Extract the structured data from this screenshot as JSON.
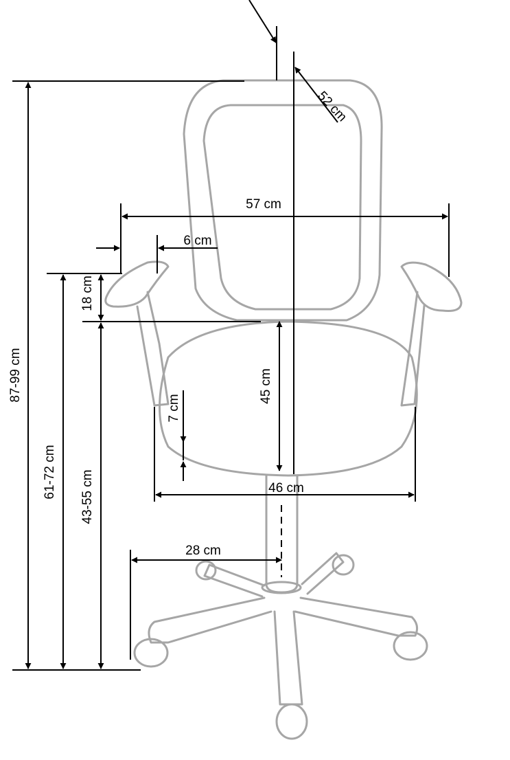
{
  "diagram": {
    "dimensions": {
      "depth": "52 cm",
      "width": "57 cm",
      "armrest_width": "6 cm",
      "armrest_height": "18 cm",
      "seat_height": "45 cm",
      "seat_adjust": "7 cm",
      "seat_width": "46 cm",
      "base_radius": "28 cm",
      "total_height": "87-99 cm",
      "armrest_floor_height": "61-72 cm",
      "seat_floor_height": "43-55 cm"
    },
    "colors": {
      "chair_outline": "#a6a6a6",
      "dimension_lines": "#000000",
      "background": "#ffffff"
    }
  }
}
